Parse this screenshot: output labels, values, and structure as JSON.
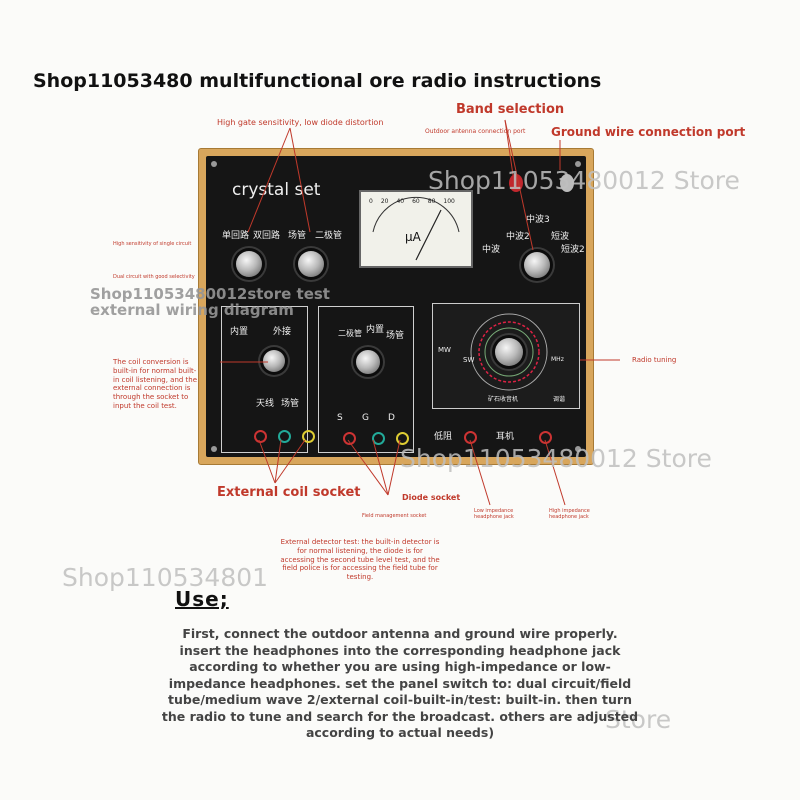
{
  "title": "Shop11053480 multifunctional ore radio instructions",
  "labels": {
    "band_selection": "Band selection",
    "ground_wire": "Ground wire connection port",
    "outdoor_antenna": "Outdoor antenna connection port",
    "high_gate": "High gate sensitivity, low diode distortion",
    "single_circuit": "High sensitivity of single circuit",
    "dual_circuit": "Dual circuit with good selectivity",
    "coil_conversion": "The coil conversion is built-in for normal built-in coil listening, and the external connection is through the socket to input the coil test.",
    "radio_tuning": "Radio tuning",
    "external_coil_socket": "External coil socket",
    "diode_socket": "Diode socket",
    "field_management_socket": "Field management socket",
    "low_impedance_jack": "Low impedance headphone jack",
    "high_impedance_jack": "High impedance headphone jack",
    "external_detector": "External detector test: the built-in detector is for normal listening, the diode is for accessing the second tube level test, and the field police is for accessing the field tube for testing."
  },
  "watermarks": {
    "w1": "Shop11053480012 Store",
    "w2": "Shop11053480012store test external wiring diagram",
    "w3": "Shop11053480012 Store",
    "w4": "Shop110534801",
    "w5": "Store"
  },
  "panel": {
    "brand": "crystal set",
    "sw1_left": "单回路",
    "sw1_right": "双回路",
    "sw2_left": "场管",
    "sw2_right": "二极管",
    "meter_unit": "μA",
    "meter_ticks": [
      "0",
      "20",
      "40",
      "60",
      "80",
      "100"
    ],
    "band_top": "中波3",
    "band_l1": "中波2",
    "band_r1": "短波",
    "band_l2": "中波",
    "band_r2": "短波2",
    "coil_left": "内置",
    "coil_right": "外接",
    "antenna": "天线",
    "field_tube": "场管",
    "det_left": "二极管",
    "det_mid": "内置",
    "det_right": "场管",
    "sgd": [
      "S",
      "G",
      "D"
    ],
    "low_imp": "低阻",
    "earphone": "耳机",
    "dial_mw": "MW",
    "dial_sw": "SW",
    "dial_mhz": "MHz",
    "dial_caption": "矿石收音机",
    "dial_tune": "调谐"
  },
  "usage": {
    "heading": "Use;",
    "body": "First, connect the outdoor antenna and ground wire properly. insert the headphones into the corresponding headphone jack according to whether you are using high-impedance or low-impedance headphones. set the panel switch to: dual circuit/field tube/medium wave 2/external coil-built-in/test: built-in. then turn the radio to tune and search for the broadcast. others are adjusted according to actual needs)"
  },
  "colors": {
    "label_red": "#c0392b",
    "panel_gold": "#d8a65c",
    "panel_black": "#151515"
  }
}
